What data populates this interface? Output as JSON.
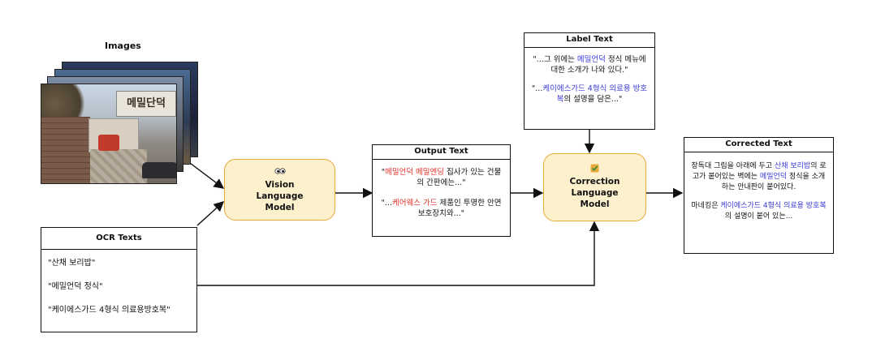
{
  "images_label": "Images",
  "photo_sign_text": "메밀단덕",
  "vision_model": {
    "line1": "Vision",
    "line2": "Language",
    "line3": "Model",
    "icon": "eyes-icon"
  },
  "correction_model": {
    "line1": "Correction",
    "line2": "Language",
    "line3": "Model",
    "icon": "checkmark-shield-icon"
  },
  "output_text": {
    "header": "Output Text",
    "p1": {
      "open": "\"",
      "highlight": "메밀언덕 메밀엔딩",
      "rest": " 집사가 있는 건물의 간판에는...\""
    },
    "p2": {
      "open": "\"...",
      "highlight": "케어웨스 가드",
      "rest": " 제품인 투명한 안면 보호장치와...\""
    }
  },
  "label_text": {
    "header": "Label Text",
    "p1": {
      "pre": "\"...그 위에는 ",
      "highlight": "메밀언덕",
      "rest": " 정식 메뉴에 대한 소개가 나와 있다.\""
    },
    "p2": {
      "pre": "\"...",
      "highlight": "케이에스가드 4형식 의료용 방호복",
      "rest": "의 설명을 담은...\""
    }
  },
  "corrected_text": {
    "header": "Corrected Text",
    "p1": {
      "a": "창독대 그림을 아래에 두고 ",
      "h1": "산채 보리밥",
      "b": "의 로고가 붙어있는 벽에는 ",
      "h2": "메밀언덕",
      "c": " 정식을 소개하는 안내판이 붙어있다."
    },
    "p2": {
      "a": "마네킹은 ",
      "h1": "케이에스가드 4형식 의료용 방호복",
      "b": "의 설명이 붙어 있는..."
    }
  },
  "ocr_texts": {
    "header": "OCR Texts",
    "items": [
      "\"산채 보리밥\"",
      "\"메밀언덕 정식\"",
      "\"케이에스가드 4형식 의료용방호복\""
    ]
  },
  "colors": {
    "model_fill": "#fdf0cc",
    "model_border": "#e8a93a",
    "error_red": "#e2332a",
    "entity_blue": "#3a3ad6"
  }
}
